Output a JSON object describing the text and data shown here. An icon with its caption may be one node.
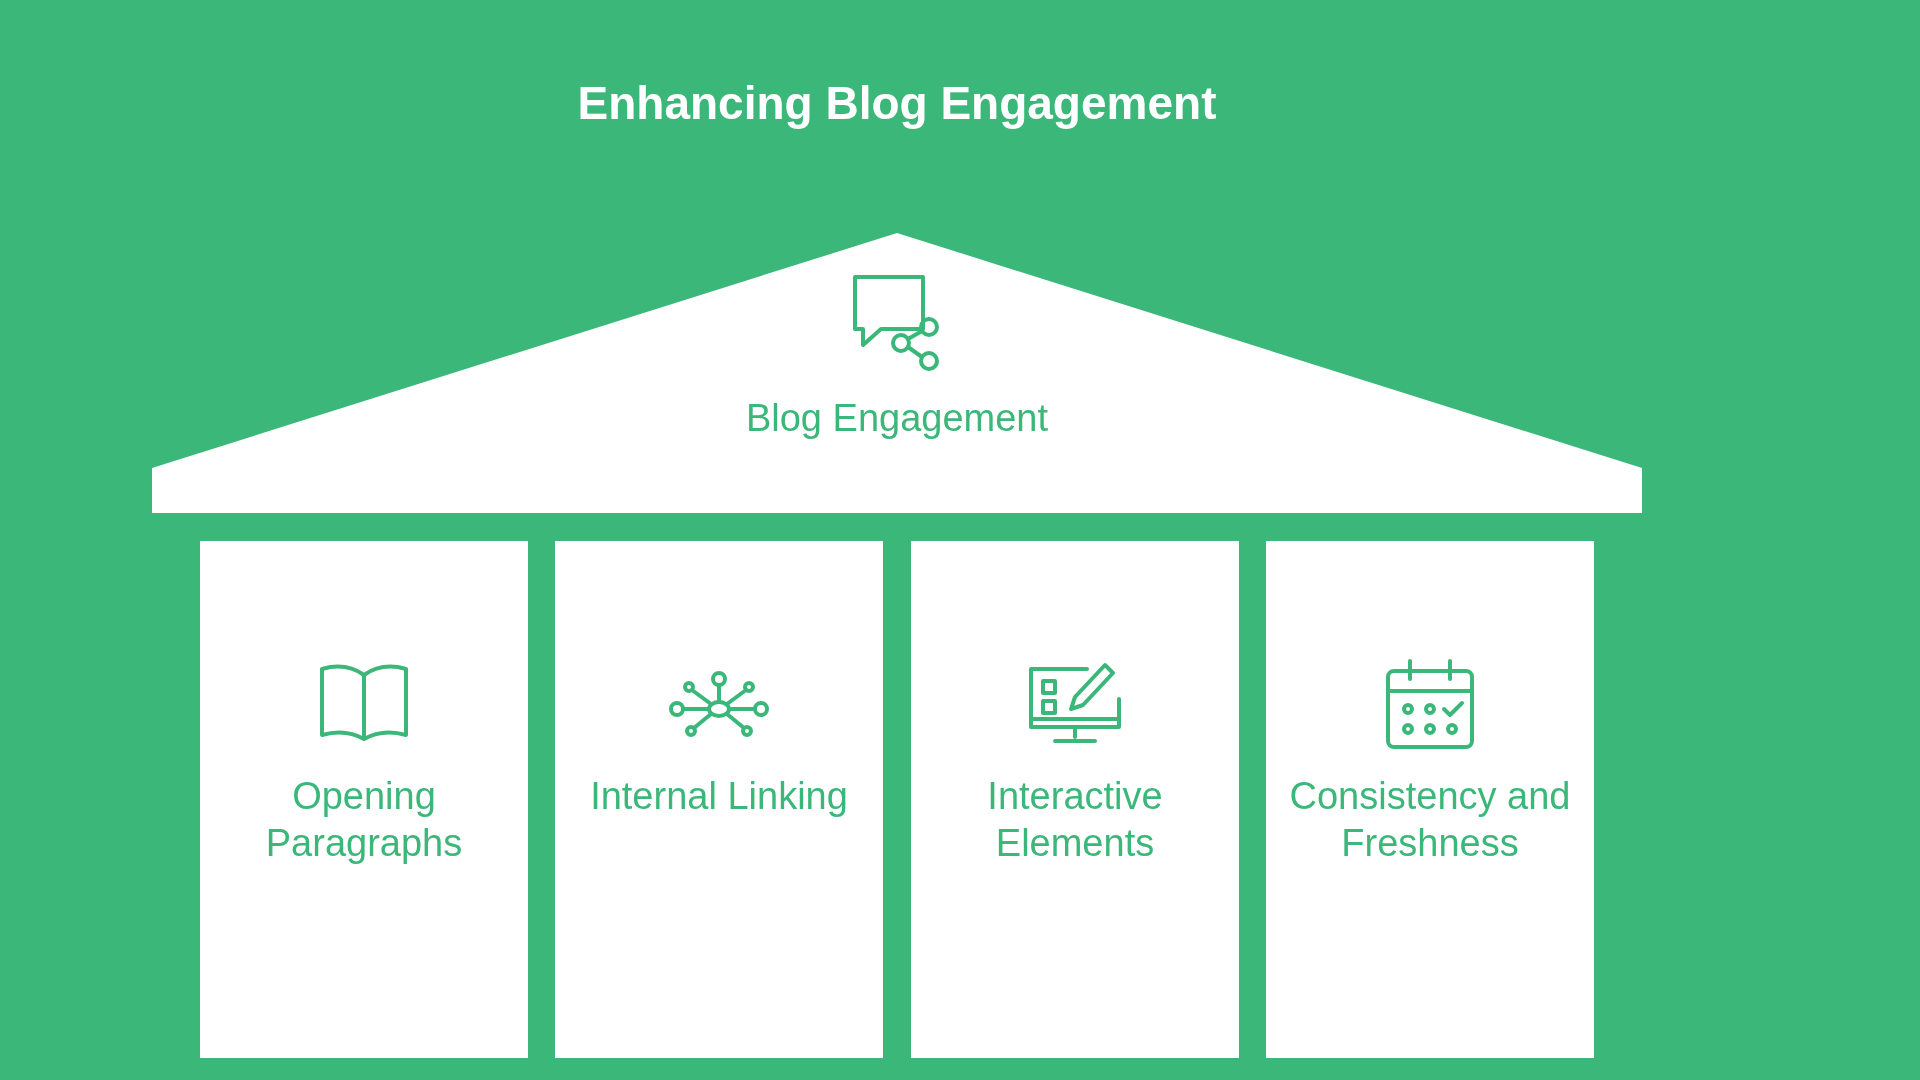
{
  "diagram": {
    "title": "Enhancing Blog Engagement",
    "nodes": [
      {
        "text": [
          "Blog Engagement"
        ]
      },
      {
        "text": [
          "Opening Paragraphs"
        ]
      },
      {
        "text": [
          "Internal Linking"
        ]
      },
      {
        "text": [
          "Interactive Elements"
        ]
      },
      {
        "text": [
          "Consistency and Freshness"
        ]
      }
    ]
  }
}
